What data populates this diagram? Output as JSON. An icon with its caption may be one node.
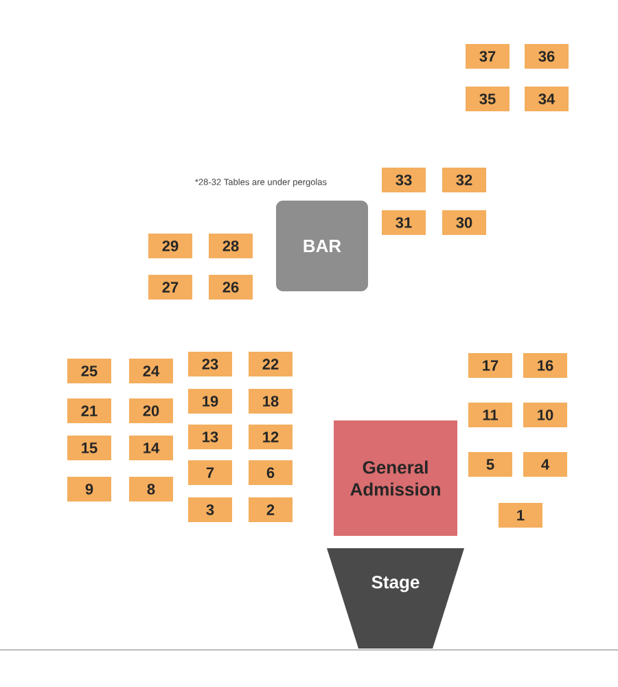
{
  "diagram": {
    "nodes": [
      {
        "text": [
          "37"
        ]
      },
      {
        "text": [
          "36"
        ]
      },
      {
        "text": [
          "35"
        ]
      },
      {
        "text": [
          "34"
        ]
      },
      {
        "text": [
          "33"
        ]
      },
      {
        "text": [
          "32"
        ]
      },
      {
        "text": [
          "31"
        ]
      },
      {
        "text": [
          "30"
        ]
      },
      {
        "text": [
          "29"
        ]
      },
      {
        "text": [
          "28"
        ]
      },
      {
        "text": [
          "27"
        ]
      },
      {
        "text": [
          "26"
        ]
      },
      {
        "text": [
          "25"
        ]
      },
      {
        "text": [
          "24"
        ]
      },
      {
        "text": [
          "23"
        ]
      },
      {
        "text": [
          "22"
        ]
      },
      {
        "text": [
          "17"
        ]
      },
      {
        "text": [
          "16"
        ]
      },
      {
        "text": [
          "21"
        ]
      },
      {
        "text": [
          "20"
        ]
      },
      {
        "text": [
          "19"
        ]
      },
      {
        "text": [
          "18"
        ]
      },
      {
        "text": [
          "15"
        ]
      },
      {
        "text": [
          "14"
        ]
      },
      {
        "text": [
          "13"
        ]
      },
      {
        "text": [
          "12"
        ]
      },
      {
        "text": [
          "11"
        ]
      },
      {
        "text": [
          "10"
        ]
      },
      {
        "text": [
          "9"
        ]
      },
      {
        "text": [
          "8"
        ]
      },
      {
        "text": [
          "7"
        ]
      },
      {
        "text": [
          "6"
        ]
      },
      {
        "text": [
          "5"
        ]
      },
      {
        "text": [
          "4"
        ]
      },
      {
        "text": [
          "3"
        ]
      },
      {
        "text": [
          "2"
        ]
      },
      {
        "text": [
          "1"
        ]
      },
      {
        "text": [
          "BAR"
        ]
      },
      {
        "text": [
          "General Admission"
        ]
      },
      {
        "text": [
          "Stage"
        ]
      }
    ],
    "labels": [
      "*28-32 Tables are under pergolas"
    ]
  }
}
